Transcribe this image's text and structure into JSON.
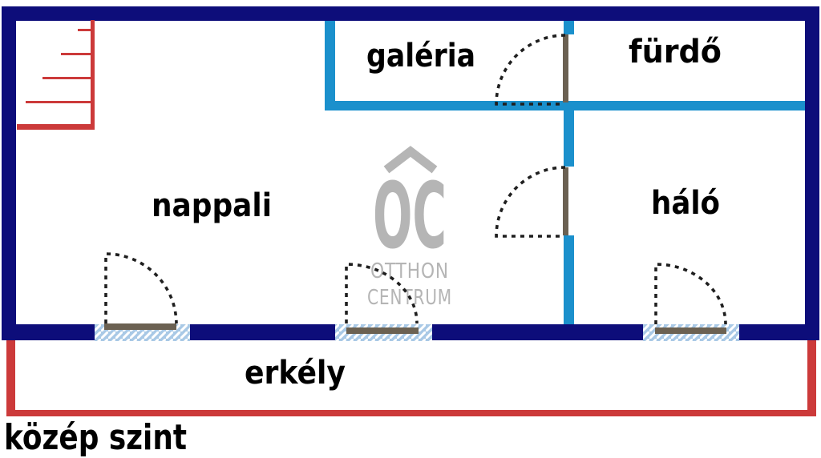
{
  "level": {
    "label": "közép szint"
  },
  "rooms": {
    "galeria": {
      "label": "galéria"
    },
    "furdo": {
      "label": "fürdő"
    },
    "nappali": {
      "label": "nappali"
    },
    "halo": {
      "label": "háló"
    },
    "erkely": {
      "label": "erkély"
    }
  },
  "watermark": {
    "monogram": "OC",
    "line1": "OTTHON",
    "line2": "CENTRUM"
  },
  "colors": {
    "background": "#ffffff",
    "outer_wall": "#0d0d7a",
    "inner_wall": "#1b90cc",
    "balcony_red": "#cc3a3a",
    "stairs_red": "#cc3a3a",
    "window_fill": "#a9c9e6",
    "window_stripe": "#ffffff",
    "door_leaf": "#6b6152",
    "door_swing": "#1f1f1f",
    "label_text": "#000000",
    "watermark": "#b5b5b5"
  }
}
